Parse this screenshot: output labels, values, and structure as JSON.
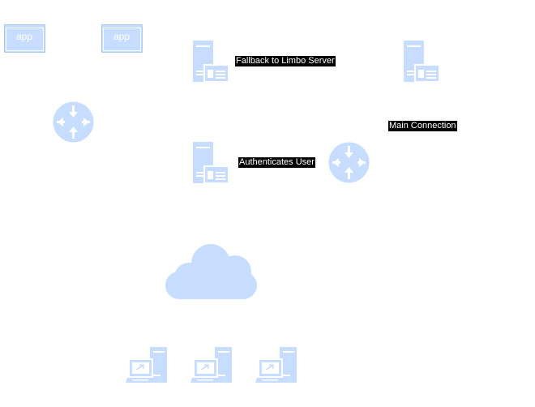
{
  "diagram": {
    "colors": {
      "icon_fill": "#c7ddff",
      "icon_stroke": "#a8c8f8",
      "label_bg": "#000000",
      "label_text": "#ffffff"
    },
    "app_icon_text": "app",
    "edge_labels": {
      "fallback": "Fallback to Limbo Server",
      "auth": "Authenticates User",
      "main": "Main Connection"
    },
    "nodes": [
      {
        "id": "app-1",
        "icon": "app-window-icon"
      },
      {
        "id": "app-2",
        "icon": "app-window-icon"
      },
      {
        "id": "router-1",
        "icon": "router-icon"
      },
      {
        "id": "limbo-server",
        "icon": "server-icon"
      },
      {
        "id": "main-server",
        "icon": "server-icon"
      },
      {
        "id": "auth-server",
        "icon": "server-icon"
      },
      {
        "id": "router-2",
        "icon": "router-icon"
      },
      {
        "id": "cloud",
        "icon": "cloud-icon"
      },
      {
        "id": "client-1",
        "icon": "workstation-icon"
      },
      {
        "id": "client-2",
        "icon": "workstation-icon"
      },
      {
        "id": "client-3",
        "icon": "workstation-icon"
      }
    ]
  }
}
